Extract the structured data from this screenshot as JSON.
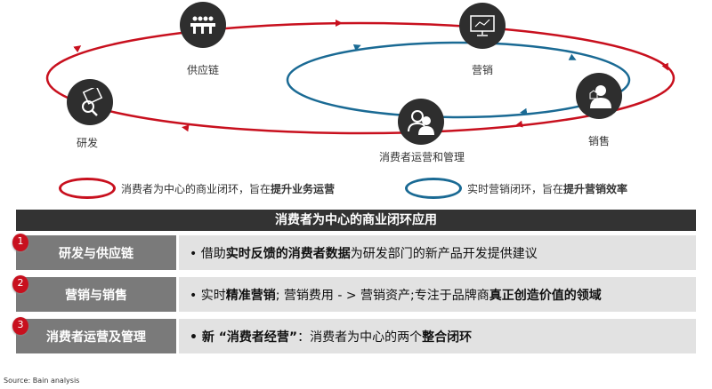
{
  "diagram": {
    "nodes": [
      {
        "id": "supply",
        "label": "供应链",
        "icon": "meeting-icon"
      },
      {
        "id": "marketing",
        "label": "营销",
        "icon": "monitor-chart-icon"
      },
      {
        "id": "sales",
        "label": "销售",
        "icon": "salesperson-icon"
      },
      {
        "id": "consumer",
        "label": "消费者运营和管理",
        "icon": "users-icon"
      },
      {
        "id": "rnd",
        "label": "研发",
        "icon": "blueprint-search-icon"
      }
    ],
    "colors": {
      "red_loop": "#c8101e",
      "blue_loop": "#1a6a94"
    },
    "legend": [
      {
        "text": "消费者为中心的商业闭环，旨在",
        "bold": "提升业务运营"
      },
      {
        "text": "实时营销闭环，旨在",
        "bold": "提升营销效率"
      }
    ]
  },
  "table": {
    "title": "消费者为中心的商业闭环应用",
    "rows": [
      {
        "num": "1",
        "label": "研发与供应链",
        "parts": [
          [
            "",
            "• 借助"
          ],
          [
            "b",
            "实时反馈的消费者数据"
          ],
          [
            "",
            "为研发部门的新产品开发提供建议"
          ]
        ]
      },
      {
        "num": "2",
        "label": "营销与销售",
        "parts": [
          [
            "",
            "• 实时"
          ],
          [
            "b",
            "精准营销"
          ],
          [
            "",
            "; 营销费用 - > 营销资产;专注于品牌商"
          ],
          [
            "b",
            "真正创造价值的领域"
          ]
        ]
      },
      {
        "num": "3",
        "label": "消费者运营及管理",
        "parts": [
          [
            "b",
            "• 新 “消费者经营”"
          ],
          [
            "",
            "：消费者为中心的两个"
          ],
          [
            "b",
            "整合闭环"
          ]
        ]
      }
    ]
  },
  "source": "Source: Bain analysis"
}
